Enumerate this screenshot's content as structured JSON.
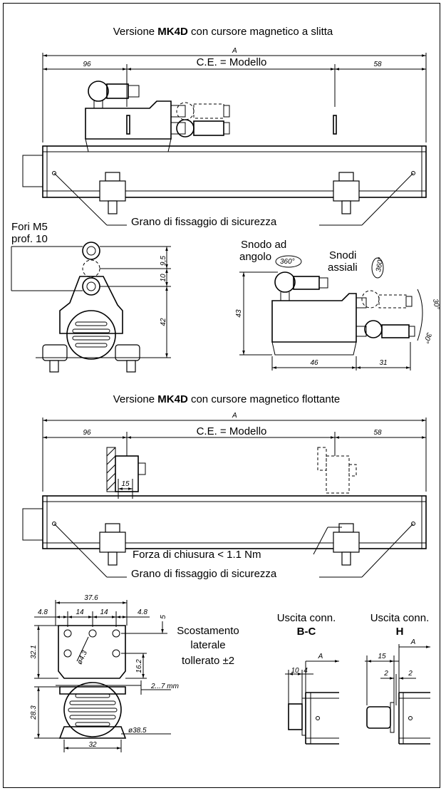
{
  "section1": {
    "title_pre": "Versione ",
    "title_bold": "MK4D",
    "title_post": " con cursore magnetico a slitta",
    "dim_a": "A",
    "ce_label": "C.E. = Modello",
    "dim_left": "96",
    "dim_right": "58",
    "grano_label": "Grano di fissaggio di  sicurezza"
  },
  "side_view": {
    "fori_line1": "Fori M5",
    "fori_line2": "prof. 10",
    "dim_9_5": "9,5",
    "dim_10": "10",
    "dim_42": "42"
  },
  "joints_view": {
    "snodo_line1": "Snodo ad",
    "snodo_line2": "angolo",
    "snodi_line1": "Snodi",
    "snodi_line2": "assiali",
    "angle_360a": "360°",
    "angle_360b": "360°",
    "angle_30a": "30°",
    "angle_30b": "30°",
    "dim_43": "43",
    "dim_46": "46",
    "dim_31": "31"
  },
  "section2": {
    "title_pre": "Versione ",
    "title_bold": "MK4D",
    "title_post": " con cursore magnetico flottante",
    "dim_a": "A",
    "ce_label": "C.E. = Modello",
    "dim_left": "96",
    "dim_right": "58",
    "dim_15": "15",
    "forza_label": "Forza di chiusura < 1.1 Nm",
    "grano_label": "Grano di fissaggio di  sicurezza"
  },
  "bottom_view": {
    "dim_37_6": "37.6",
    "dim_4_8a": "4.8",
    "dim_14a": "14",
    "dim_14b": "14",
    "dim_4_8b": "4.8",
    "dim_5": "5",
    "dim_32_1": "32.1",
    "dim_4_3": "ø4.3",
    "dim_16_2": "16.2",
    "dim_2_7": "2...7  mm",
    "dim_28_3": "28.3",
    "dim_38_5": "ø38.5",
    "dim_32": "32",
    "scost_line1": "Scostamento",
    "scost_line2": "laterale",
    "scost_line3": "tollerato ±2"
  },
  "outputs": {
    "bc_line1": "Uscita conn.",
    "bc_line2": "B-C",
    "h_line1": "Uscita conn.",
    "h_line2": "H",
    "bc_dim_a": "A",
    "bc_dim_10": "10",
    "bc_dim_4": "4",
    "h_dim_a": "A",
    "h_dim_15": "15",
    "h_dim_2a": "2",
    "h_dim_2b": "2"
  }
}
